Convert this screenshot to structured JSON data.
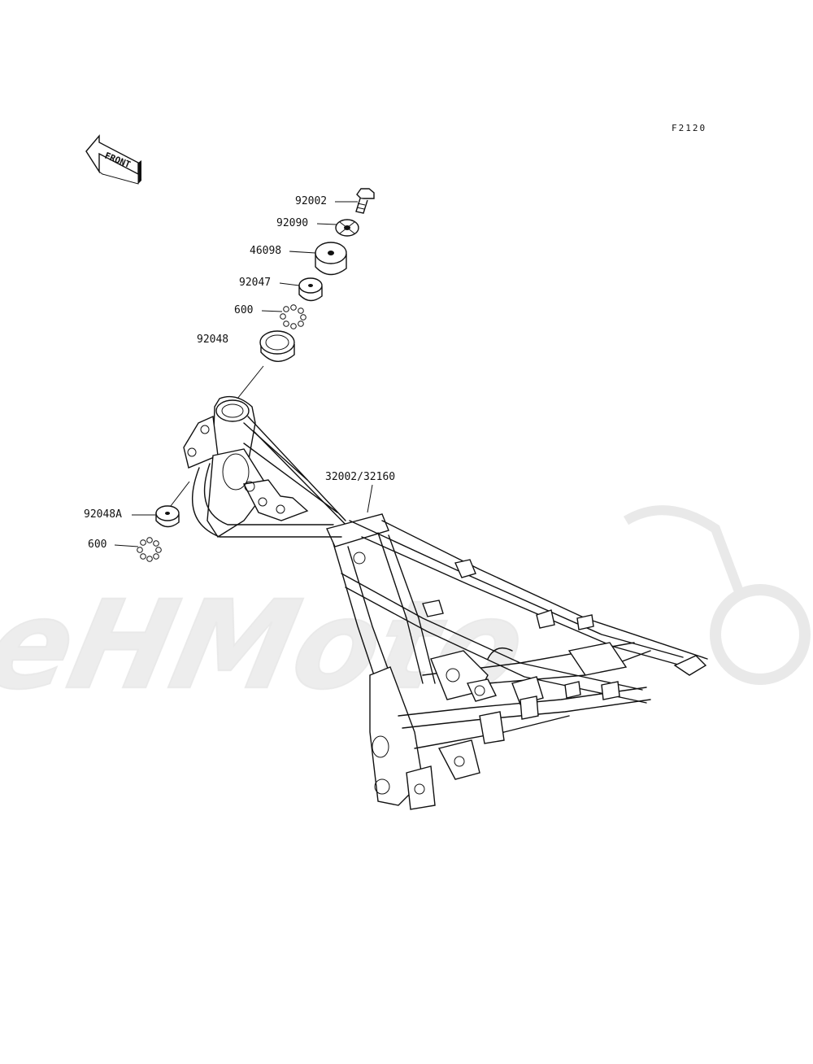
{
  "diagram": {
    "figure_code": "F2120",
    "front_label": "FRONT",
    "watermark_text": "AeHMoto",
    "parts": [
      {
        "id": "bolt",
        "label": "92002"
      },
      {
        "id": "washer",
        "label": "92090"
      },
      {
        "id": "damper",
        "label": "46098"
      },
      {
        "id": "spacer",
        "label": "92047"
      },
      {
        "id": "balls-upper",
        "label": "600"
      },
      {
        "id": "race-upper",
        "label": "92048"
      },
      {
        "id": "frame",
        "label": "32002/32160"
      },
      {
        "id": "race-lower",
        "label": "92048A"
      },
      {
        "id": "balls-lower",
        "label": "600"
      }
    ]
  }
}
